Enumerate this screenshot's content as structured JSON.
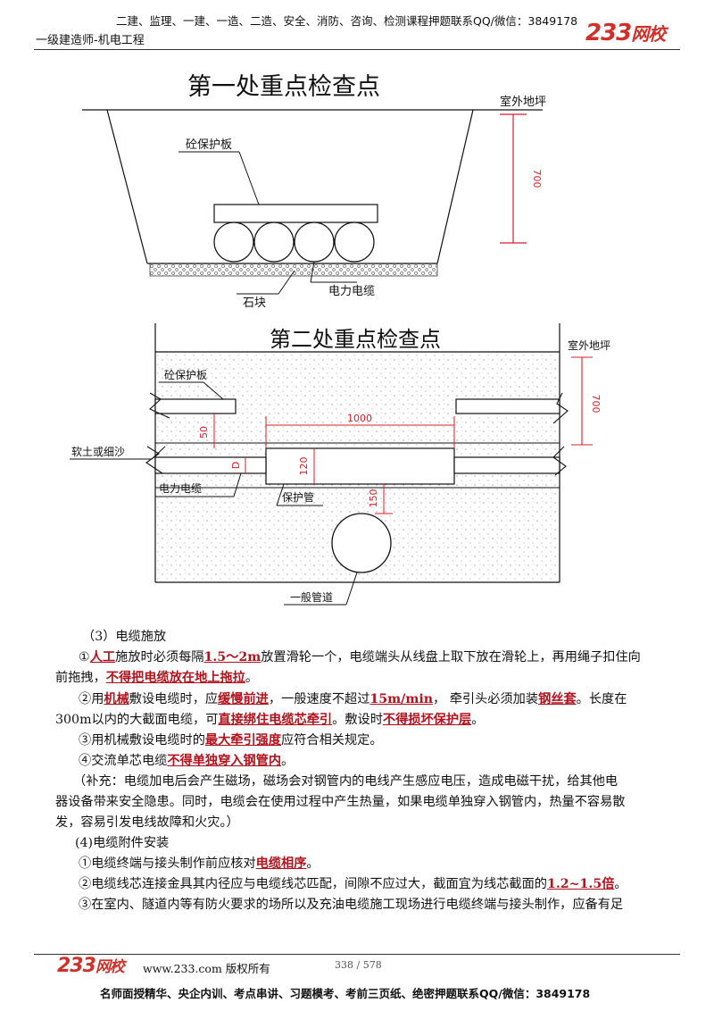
{
  "header": {
    "top_line": "二建、监理、一建、一造、二造、安全、消防、咨询、检测课程押题联系QQ/微信：3849178",
    "subtitle": "一级建造师-机电工程",
    "logo_num": "233",
    "logo_text": "网校"
  },
  "diagram1": {
    "title": "第一处重点检查点",
    "ground_label": "室外地坪",
    "slab_label": "砼保护板",
    "stone_label": "石块",
    "cable_label": "电力电缆",
    "depth_label": "700"
  },
  "diagram2": {
    "title": "第二处重点检查点",
    "ground_label": "室外地坪",
    "slab_label": "砼保护板",
    "soil_label": "软土或细沙",
    "cable_label": "电力电缆",
    "pipe_label": "保护管",
    "duct_label": "一般管道",
    "dim_1000": "1000",
    "dim_700": "700",
    "dim_50": "50",
    "dim_d": "D",
    "dim_120": "120",
    "dim_150": "150"
  },
  "content": {
    "sec3_heading": "（3）电缆施放",
    "p1_a": "①",
    "p1_u1": "人工",
    "p1_b": "施放时必须每隔",
    "p1_u2": "1.5～2m",
    "p1_c": "放置滑轮一个，电缆端头从线盘上取下放在滑轮上，再用绳子扣住向",
    "p1_line2_a": "前拖拽，",
    "p1_u3": "不得把电缆放在地上拖拉",
    "p1_line2_b": "。",
    "p2_a": "②用",
    "p2_u1": "机械",
    "p2_b": "敷设电缆时，应",
    "p2_u2": "缓慢前进",
    "p2_c": "，一般速度不超过",
    "p2_u3": "15m/min",
    "p2_d": "，  牵引头必须加装",
    "p2_u4": "钢丝套",
    "p2_e": "。长度在",
    "p2_line2_a": "300m以内的大截面电缆，可",
    "p2_u5": "直接绑住电缆芯牵引",
    "p2_line2_b": "。敷设时",
    "p2_u6": "不得损坏保护层",
    "p2_line2_c": "。",
    "p3_a": "③用机械敷设电缆时的",
    "p3_u1": "最大牵引强度",
    "p3_b": "应符合相关规定。",
    "p4_a": "④交流单芯电缆",
    "p4_u1": "不得单独穿入钢管内",
    "p4_b": "。",
    "note_l1": "（补充：电缆加电后会产生磁场，磁场会对钢管内的电线产生感应电压，造成电磁干扰，给其他电",
    "note_l2": "器设备带来安全隐患。同时，电缆会在使用过程中产生热量，如果电缆单独穿入钢管内，热量不容易散",
    "note_l3": "发，容易引发电线故障和火灾。）",
    "sec4_heading": "(4)电缆附件安装",
    "q1_a": "①电缆终端与接头制作前应核对",
    "q1_u1": "电缆相序",
    "q1_b": "。",
    "q2_a": "②电缆线芯连接金具其内径应与电缆线芯匹配，间隙不应过大，截面宜为线芯截面的",
    "q2_u1": "1.2~1.5倍",
    "q2_b": "。",
    "q3_a": "③在室内、隧道内等有防火要求的场所以及充油电缆施工现场进行电缆终端与接头制作，应备有足"
  },
  "footer": {
    "logo_num": "233",
    "logo_text": "网校",
    "site": "www.233.com 版权所有",
    "page": "338 / 578",
    "bottom_line": "名师面授精华、央企内训、考点串讲、习题模考、考前三页纸、绝密押题联系QQ/微信：3849178"
  },
  "colors": {
    "brand_red": "#d0302a",
    "dim_red": "#d4202a",
    "highlight": "#b3121d"
  }
}
